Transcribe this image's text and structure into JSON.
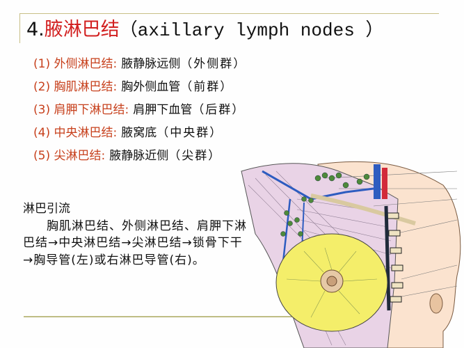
{
  "title": {
    "number": "4.",
    "zh": "腋淋巴结",
    "en": "（axillary lymph nodes ）"
  },
  "groups": [
    {
      "label": "(1) 外侧淋巴结:",
      "location": "腋静脉远侧",
      "group": "（外侧群）"
    },
    {
      "label": "(2) 胸肌淋巴结:",
      "location": "胸外侧血管",
      "group": "（前群）"
    },
    {
      "label": "(3) 肩胛下淋巴结:",
      "location": "肩胛下血管",
      "group": "（后群）"
    },
    {
      "label": "(4) 中央淋巴结:",
      "location": "腋窝底",
      "group": "（中央群）"
    },
    {
      "label": "(5) 尖淋巴结:",
      "location": "腋静脉近侧",
      "group": "（尖群）"
    }
  ],
  "drainage": {
    "heading": "淋巴引流",
    "text": "胸肌淋巴结、外侧淋巴结、肩胛下淋巴结→中央淋巴结→尖淋巴结→锁骨下干→胸导管(左)或右淋巴导管(右)。"
  },
  "illustration": {
    "subject": "axillary-lymph-nodes-breast-anatomy-illustration"
  },
  "colors": {
    "title_accent": "#d21f1f",
    "label_color": "#c7401c",
    "rule_color": "#bfbd85"
  }
}
